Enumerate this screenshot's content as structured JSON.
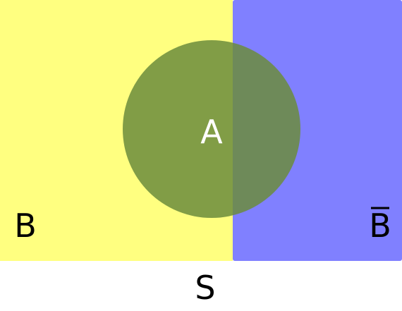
{
  "diagram": {
    "region_b": {
      "label": "B",
      "color": "#ffff80"
    },
    "region_not_b": {
      "label": "B",
      "overline": true,
      "color": "#8080ff"
    },
    "event_a": {
      "label": "A",
      "color": "#6b8c3c",
      "opacity": 0.85,
      "label_color": "#ffffff"
    },
    "sample_space": {
      "label": "S"
    },
    "text_color": "#000000"
  }
}
